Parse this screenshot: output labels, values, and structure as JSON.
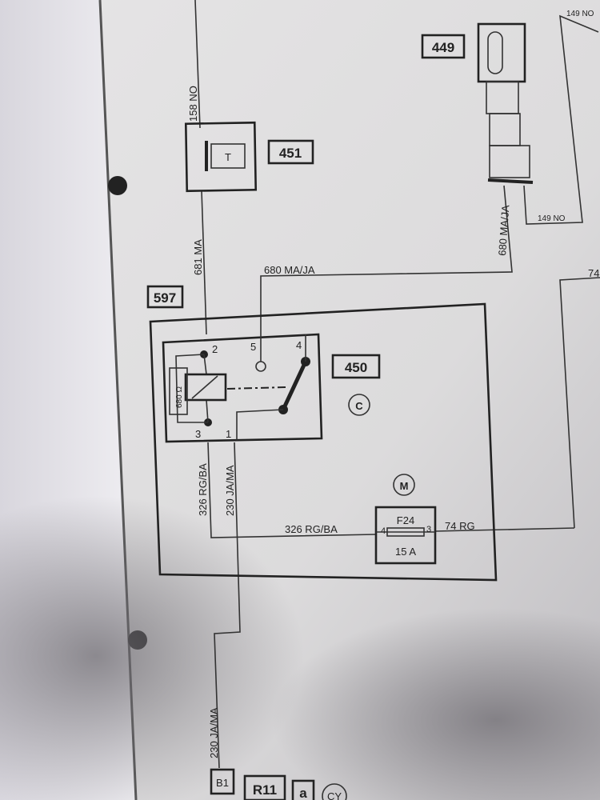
{
  "components": {
    "c451": {
      "id": "451",
      "inner": "T"
    },
    "c449": {
      "id": "449"
    },
    "c597": {
      "id": "597"
    },
    "c450": {
      "id": "450",
      "resistor": "680 Ω",
      "pins": [
        "1",
        "2",
        "3",
        "4",
        "5"
      ],
      "zone": "C"
    },
    "fuse": {
      "zone": "M",
      "id": "F24",
      "rating": "15 A",
      "pin_left": "4",
      "pin_right": "3"
    },
    "connectors": [
      "B1",
      "R11",
      "a",
      "CY"
    ]
  },
  "wires": {
    "w158": "158 NO",
    "w149_top": "149 NO",
    "w149": "149 NO",
    "w680_v": "680 MA/JA",
    "w680_h": "680 MA/JA",
    "w681": "681 MA",
    "w326_v": "326 RG/BA",
    "w326_h": "326 RG/BA",
    "w230_v1": "230 JA/MA",
    "w230_v2": "230 JA/MA",
    "w74": "74 RG",
    "w74_edge": "74"
  }
}
